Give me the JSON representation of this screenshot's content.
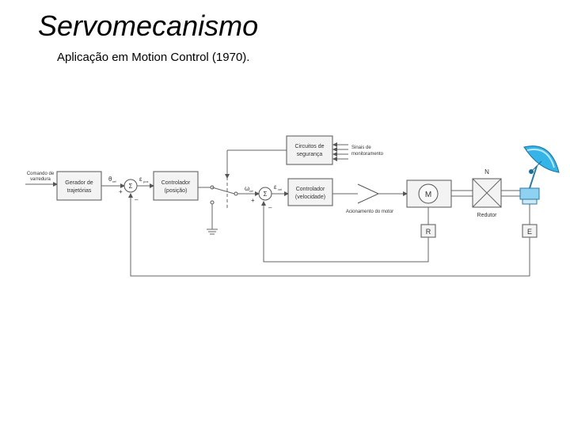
{
  "slide": {
    "title": "Servomecanismo",
    "subtitle": "Aplicação em Motion Control (1970)."
  },
  "diagram": {
    "input_label": [
      "Comando de",
      "varredura"
    ],
    "block_generator": [
      "Gerador de",
      "trajetórias"
    ],
    "block_pos_controller": [
      "Controlador",
      "(posição)"
    ],
    "block_vel_controller": [
      "Controlador",
      "(velocidade)"
    ],
    "block_safety": [
      "Circuitos de",
      "segurança"
    ],
    "monitor_signals": [
      "Sinais de",
      "monitoramento"
    ],
    "sum_symbol": "Σ",
    "plus_sign": "+",
    "minus_sign": "–",
    "theta_ref": "θ",
    "ref_sub": "ref",
    "eps_pos": "ε",
    "pos_sub": "pos",
    "omega_ref": "ω",
    "eps_vel": "ε",
    "vel_sub": "vel",
    "motor_letter": "M",
    "motor_drive": "Acionamento do motor",
    "reducer_letter": "N",
    "reducer_label": "Redutor",
    "sensor_r": "R",
    "sensor_e": "E"
  }
}
